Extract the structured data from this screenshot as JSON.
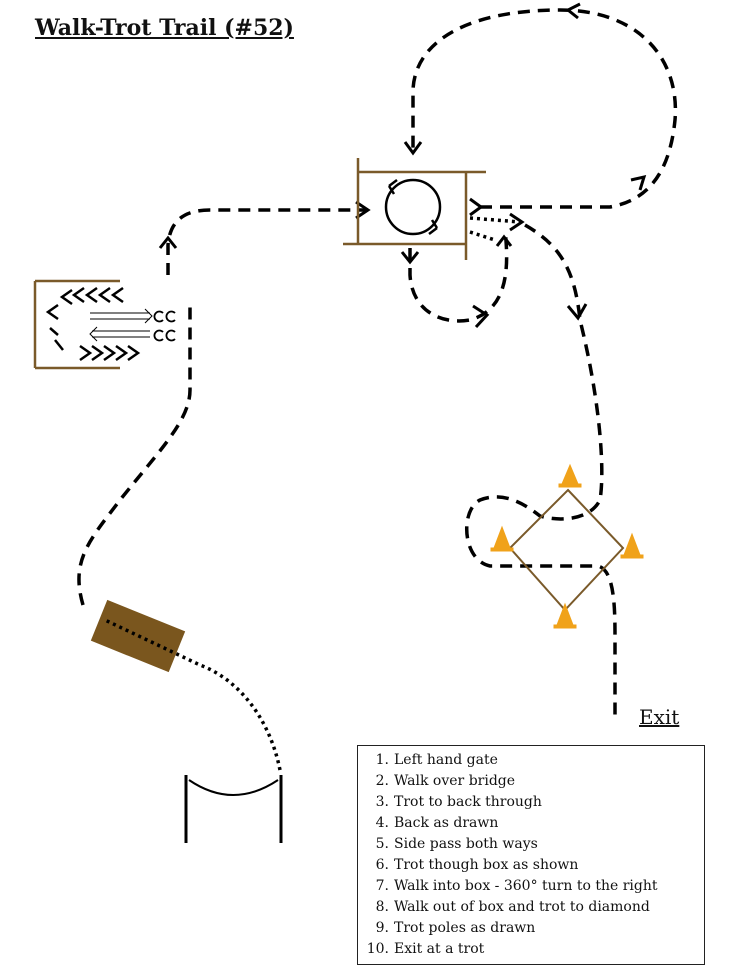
{
  "title": "Walk-Trot Trail (#52)",
  "exit_label": "Exit",
  "steps": [
    {
      "num": "1.",
      "text": "Left hand gate"
    },
    {
      "num": "2.",
      "text": "Walk over bridge"
    },
    {
      "num": "3.",
      "text": "Trot to back through"
    },
    {
      "num": "4.",
      "text": "Back as drawn"
    },
    {
      "num": "5.",
      "text": "Side pass both ways"
    },
    {
      "num": "6.",
      "text": "Trot though box as shown"
    },
    {
      "num": "7.",
      "text": "Walk into box - 360° turn to the right"
    },
    {
      "num": "8.",
      "text": "Walk out of box and trot to diamond"
    },
    {
      "num": "9.",
      "text": "Trot poles as drawn"
    },
    {
      "num": "10.",
      "text": "Exit at a trot"
    }
  ],
  "colors": {
    "pole_brown": "#7a5a2a",
    "bridge_brown": "#7a561e",
    "cone_orange": "#f0a21a",
    "path_black": "#000000"
  },
  "icons": [
    "gate-icon",
    "bridge-icon",
    "back-through-chute-icon",
    "sidepass-log-icon",
    "box-icon",
    "turn-360-icon",
    "cone-icon",
    "trot-poles-icon"
  ]
}
